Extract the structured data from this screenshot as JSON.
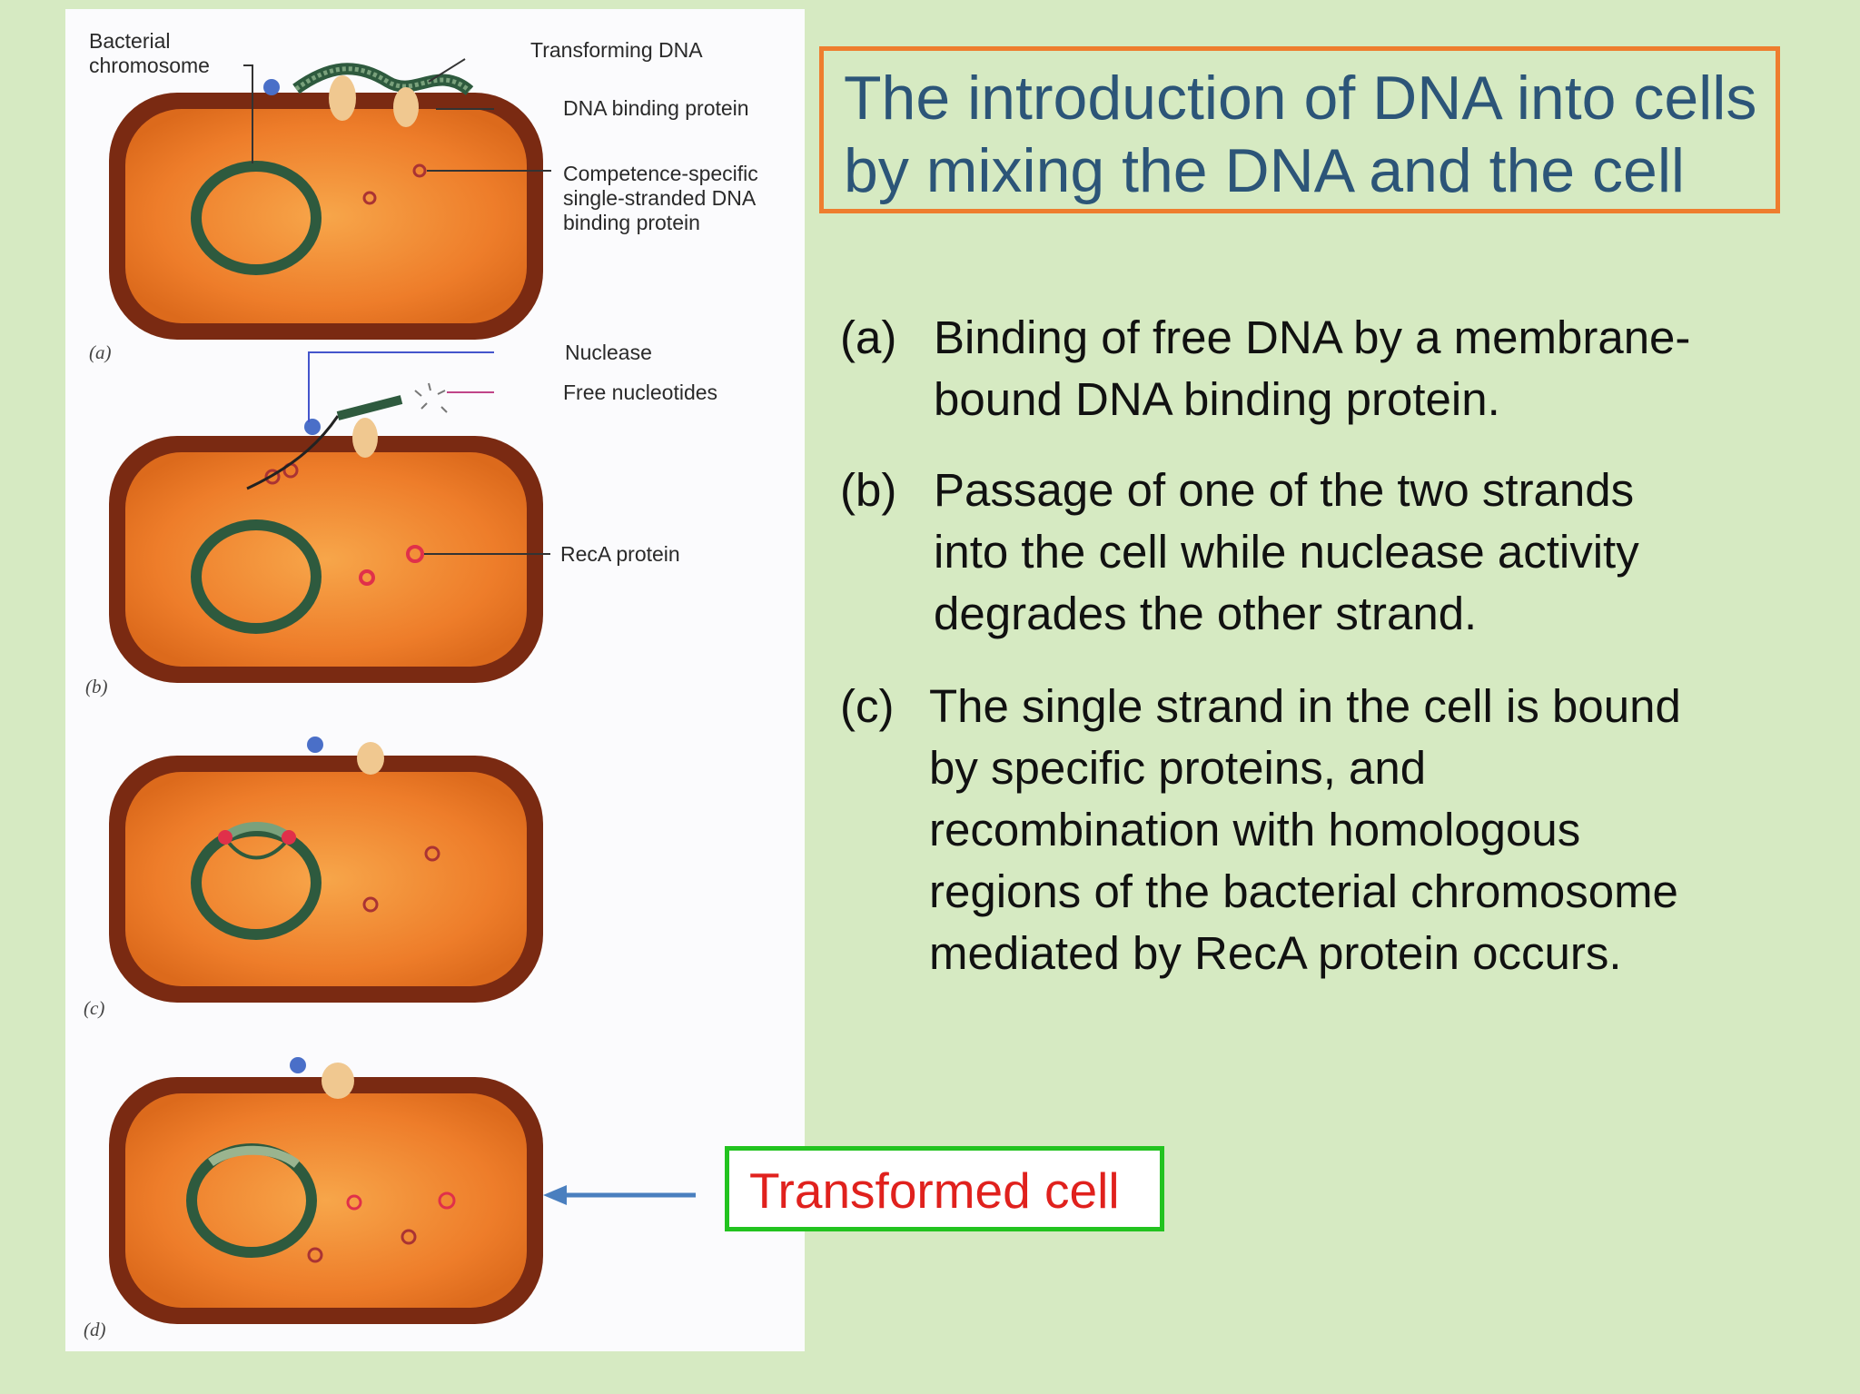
{
  "slide": {
    "background": "#d6eac2",
    "title": "The introduction of DNA into cells\nby mixing the DNA and the cell",
    "title_color": "#2c5578",
    "title_border_color": "#ee7d2e",
    "steps": [
      {
        "letter": "(a)",
        "text": "Binding of free DNA by a membrane-\nbound DNA binding protein."
      },
      {
        "letter": "(b)",
        "text": "Passage of one of the two strands\ninto the cell while nuclease activity\ndegrades the other strand."
      },
      {
        "letter": "(c)",
        "text": "The single strand in the cell is bound\nby specific proteins, and\nrecombination with homologous\nregions of the bacterial chromosome\nmediated by RecA protein occurs."
      }
    ],
    "callout": {
      "label": "Transformed cell",
      "label_color": "#e0211d",
      "border_color": "#22c31f",
      "arrow_color": "#4a7fbf"
    }
  },
  "figure": {
    "labels": {
      "bacterial_chromosome": "Bacterial\nchromosome",
      "transforming_dna": "Transforming DNA",
      "dna_binding_protein": "DNA binding protein",
      "competence_protein": "Competence-specific\nsingle-stranded DNA\nbinding protein",
      "nuclease": "Nuclease",
      "free_nucleotides": "Free nucleotides",
      "reca_protein": "RecA protein"
    },
    "panel_letters": [
      "(a)",
      "(b)",
      "(c)",
      "(d)"
    ],
    "colors": {
      "cell_wall": "#7a2a12",
      "cytoplasm": "#f08a32",
      "chromosome": "#2e5a3e",
      "protein": "#f0c890",
      "nuclease": "#4a6fc8",
      "reca": "#e0304a"
    }
  }
}
